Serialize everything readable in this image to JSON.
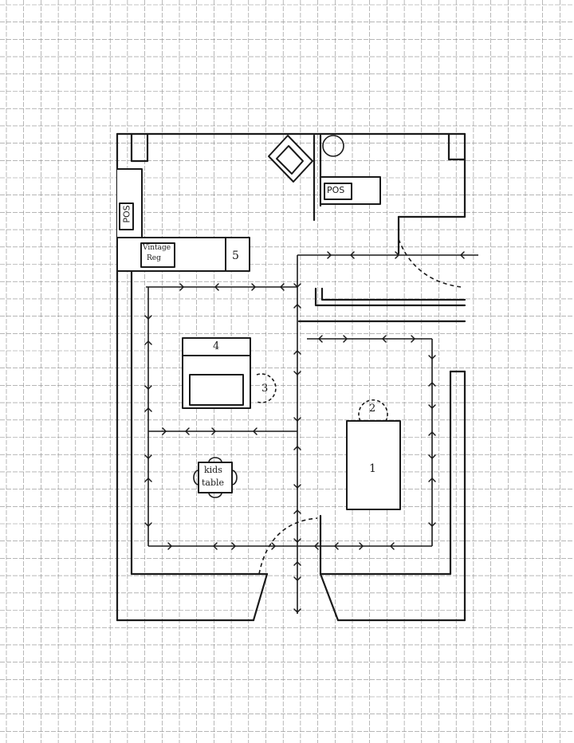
{
  "palette": {
    "paper": "#ffffff",
    "grid": "#8a8a8a",
    "ink": "#1a1a1a"
  },
  "labels": {
    "pos_left": "POS",
    "pos_right": "POS",
    "vintage_reg_line1": "Vintage",
    "vintage_reg_line2": "Reg",
    "station_1": "1",
    "station_2": "2",
    "station_3": "3",
    "station_4": "4",
    "station_5": "5",
    "kids_line1": "kids",
    "kids_line2": "table"
  }
}
